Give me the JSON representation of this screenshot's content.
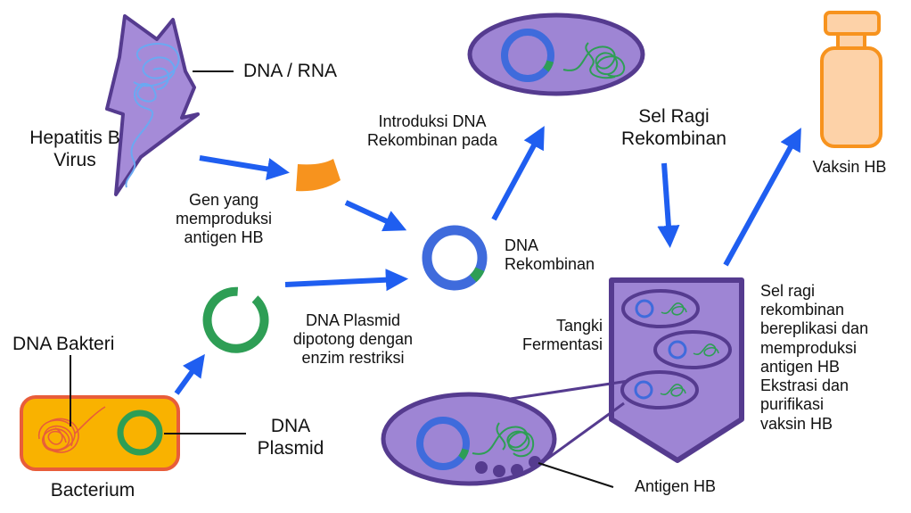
{
  "labels": {
    "hepatitis_b_virus": [
      "Hepatitis B",
      "Virus"
    ],
    "dna_rna": "DNA / RNA",
    "gene_antigen": [
      "Gen yang",
      "memproduksi",
      "antigen HB"
    ],
    "dna_introduction": [
      "Introduksi DNA",
      "Rekombinan pada"
    ],
    "recombinant_yeast": [
      "Sel Ragi",
      "Rekombinan"
    ],
    "recombinant_dna": [
      "DNA",
      "Rekombinan"
    ],
    "hb_vaccine": "Vaksin HB",
    "plasmid_cut": [
      "DNA Plasmid",
      "dipotong dengan",
      "enzim restriksi"
    ],
    "fermentation_tank": [
      "Tangki",
      "Fermentasi"
    ],
    "process_steps": [
      "Sel ragi",
      "rekombinan",
      "bereplikasi dan",
      "memproduksi",
      "antigen HB",
      "Ekstrasi dan",
      "purifikasi",
      "vaksin HB"
    ],
    "bacterial_dna": "DNA Bakteri",
    "plasmid_dna": [
      "DNA",
      "Plasmid"
    ],
    "bacterium": "Bacterium",
    "hb_antigen": "Antigen HB"
  },
  "colors": {
    "virus_purple": "#a58bd8",
    "cell_purple": "#9e85d4",
    "dark_purple": "#553b8f",
    "blue": "#3f6bdc",
    "arrow_blue": "#1f5ef0",
    "green": "#2e9e55",
    "orange": "#f7931e",
    "yellow": "#f9b200",
    "vial_fill": "#fdd2a8",
    "light_blue": "#6aa9f2",
    "red_orange": "#e85d3a"
  }
}
